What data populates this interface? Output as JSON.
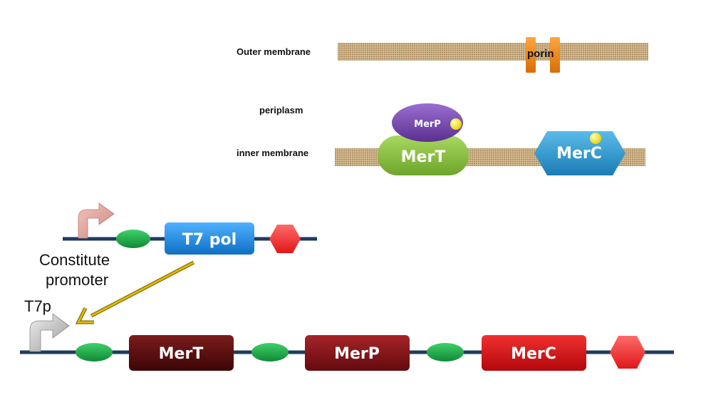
{
  "membrane": {
    "outer_label": "Outer membrane",
    "periplasm_label": "periplasm",
    "inner_label": "inner membrane",
    "porin_label": "porin"
  },
  "proteins": {
    "merp": "MerP",
    "mert": "MerT",
    "merc": "MerC"
  },
  "construct1": {
    "promoter_label_line1": "Constitute",
    "promoter_label_line2": "promoter",
    "gene": "T7 pol"
  },
  "construct2": {
    "promoter_label": "T7p",
    "genes": [
      "MerT",
      "MerP",
      "MerC"
    ]
  },
  "colors": {
    "dna_line": "#1f3a5f",
    "rbs": "#1faa4a",
    "terminator": "#ff3b3b",
    "t7pol": "#1a8fe8",
    "mert_gene": "#5c0a0a",
    "merp_gene": "#8a0f14",
    "merc_gene": "#d90f12",
    "membrane": "#c9ad83",
    "porin": "#f28a1a",
    "merp_protein": "#7a4bb0",
    "mert_protein": "#8cc63f",
    "merc_protein": "#2b9ed6",
    "arrow": "#e0b800"
  }
}
